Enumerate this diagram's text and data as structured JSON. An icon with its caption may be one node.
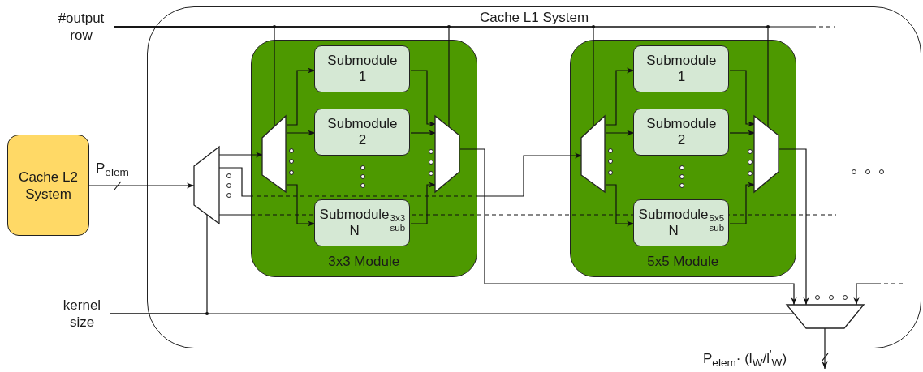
{
  "diagram": {
    "nodes": [
      {
        "text": [
          "#output row"
        ]
      },
      {
        "text": [
          "Cache L2 System"
        ]
      },
      {
        "text": [
          "Cache L1 System"
        ]
      },
      {
        "text": [],
        "shape": "trapezoid",
        "in": 2
      },
      {
        "text": [
          "3x3 Module"
        ],
        "in": 2
      },
      {
        "text": [],
        "shape": "trapezoid",
        "in": 4
      },
      {
        "text": [
          "Submodule 1"
        ],
        "in": 4
      },
      {
        "text": [
          "Submodule 2"
        ],
        "in": 4
      },
      {
        "text": [
          "Submodule N$^{3x3}$$_{sub}$"
        ],
        "in": 4
      },
      {
        "text": [],
        "shape": "trapezoid",
        "in": 4
      },
      {
        "text": [
          "5x5 Module"
        ],
        "in": 2
      },
      {
        "text": [],
        "shape": "trapezoid",
        "in": 10
      },
      {
        "text": [
          "Submodule 1"
        ],
        "in": 10
      },
      {
        "text": [
          "Submodule 2"
        ],
        "in": 10
      },
      {
        "text": [
          "Submodule N$^{5x5}$$_{sub}$"
        ],
        "in": 10
      },
      {
        "text": [],
        "shape": "trapezoid",
        "in": 10
      },
      {
        "text": [],
        "shape": "trapezoid",
        "in": 2
      },
      {
        "text": [
          "kernel size"
        ]
      }
    ],
    "edges": [
      {
        "from": 1,
        "to": 3,
        "arrow": "to",
        "label": "P$_{elem}$"
      },
      {
        "from": 3,
        "to": 5,
        "arrow": "to"
      },
      {
        "from": 3,
        "to": 11,
        "arrow": "to",
        "style": "dashed"
      },
      {
        "from": 3,
        "to": null,
        "arrow": "none",
        "style": "dashed"
      },
      {
        "from": 5,
        "to": 6,
        "arrow": "to"
      },
      {
        "from": 5,
        "to": 7,
        "arrow": "to"
      },
      {
        "from": 5,
        "to": 8,
        "arrow": "to"
      },
      {
        "from": 6,
        "to": 9,
        "arrow": "to"
      },
      {
        "from": 7,
        "to": 9,
        "arrow": "to"
      },
      {
        "from": 8,
        "to": 9,
        "arrow": "to"
      },
      {
        "from": 11,
        "to": 12,
        "arrow": "to"
      },
      {
        "from": 11,
        "to": 13,
        "arrow": "to"
      },
      {
        "from": 11,
        "to": 14,
        "arrow": "to"
      },
      {
        "from": 12,
        "to": 15,
        "arrow": "to"
      },
      {
        "from": 13,
        "to": 15,
        "arrow": "to"
      },
      {
        "from": 14,
        "to": 15,
        "arrow": "to"
      },
      {
        "from": 9,
        "to": 16,
        "arrow": "to"
      },
      {
        "from": 15,
        "to": 16,
        "arrow": "to"
      },
      {
        "from": null,
        "to": 16,
        "arrow": "to"
      },
      {
        "from": 16,
        "to": null,
        "arrow": "to",
        "label": "P$_{elem}$· (l$_{W}$/l$^{'}$$_{W}$)"
      },
      {
        "from": 0,
        "to": 5,
        "arrow": "none"
      },
      {
        "from": 0,
        "to": 9,
        "arrow": "none"
      },
      {
        "from": 0,
        "to": 11,
        "arrow": "none"
      },
      {
        "from": 0,
        "to": 15,
        "arrow": "none"
      },
      {
        "from": 0,
        "to": null,
        "arrow": "none"
      },
      {
        "from": 17,
        "to": 3,
        "arrow": "none"
      },
      {
        "from": 17,
        "to": 16,
        "arrow": "none"
      }
    ]
  }
}
